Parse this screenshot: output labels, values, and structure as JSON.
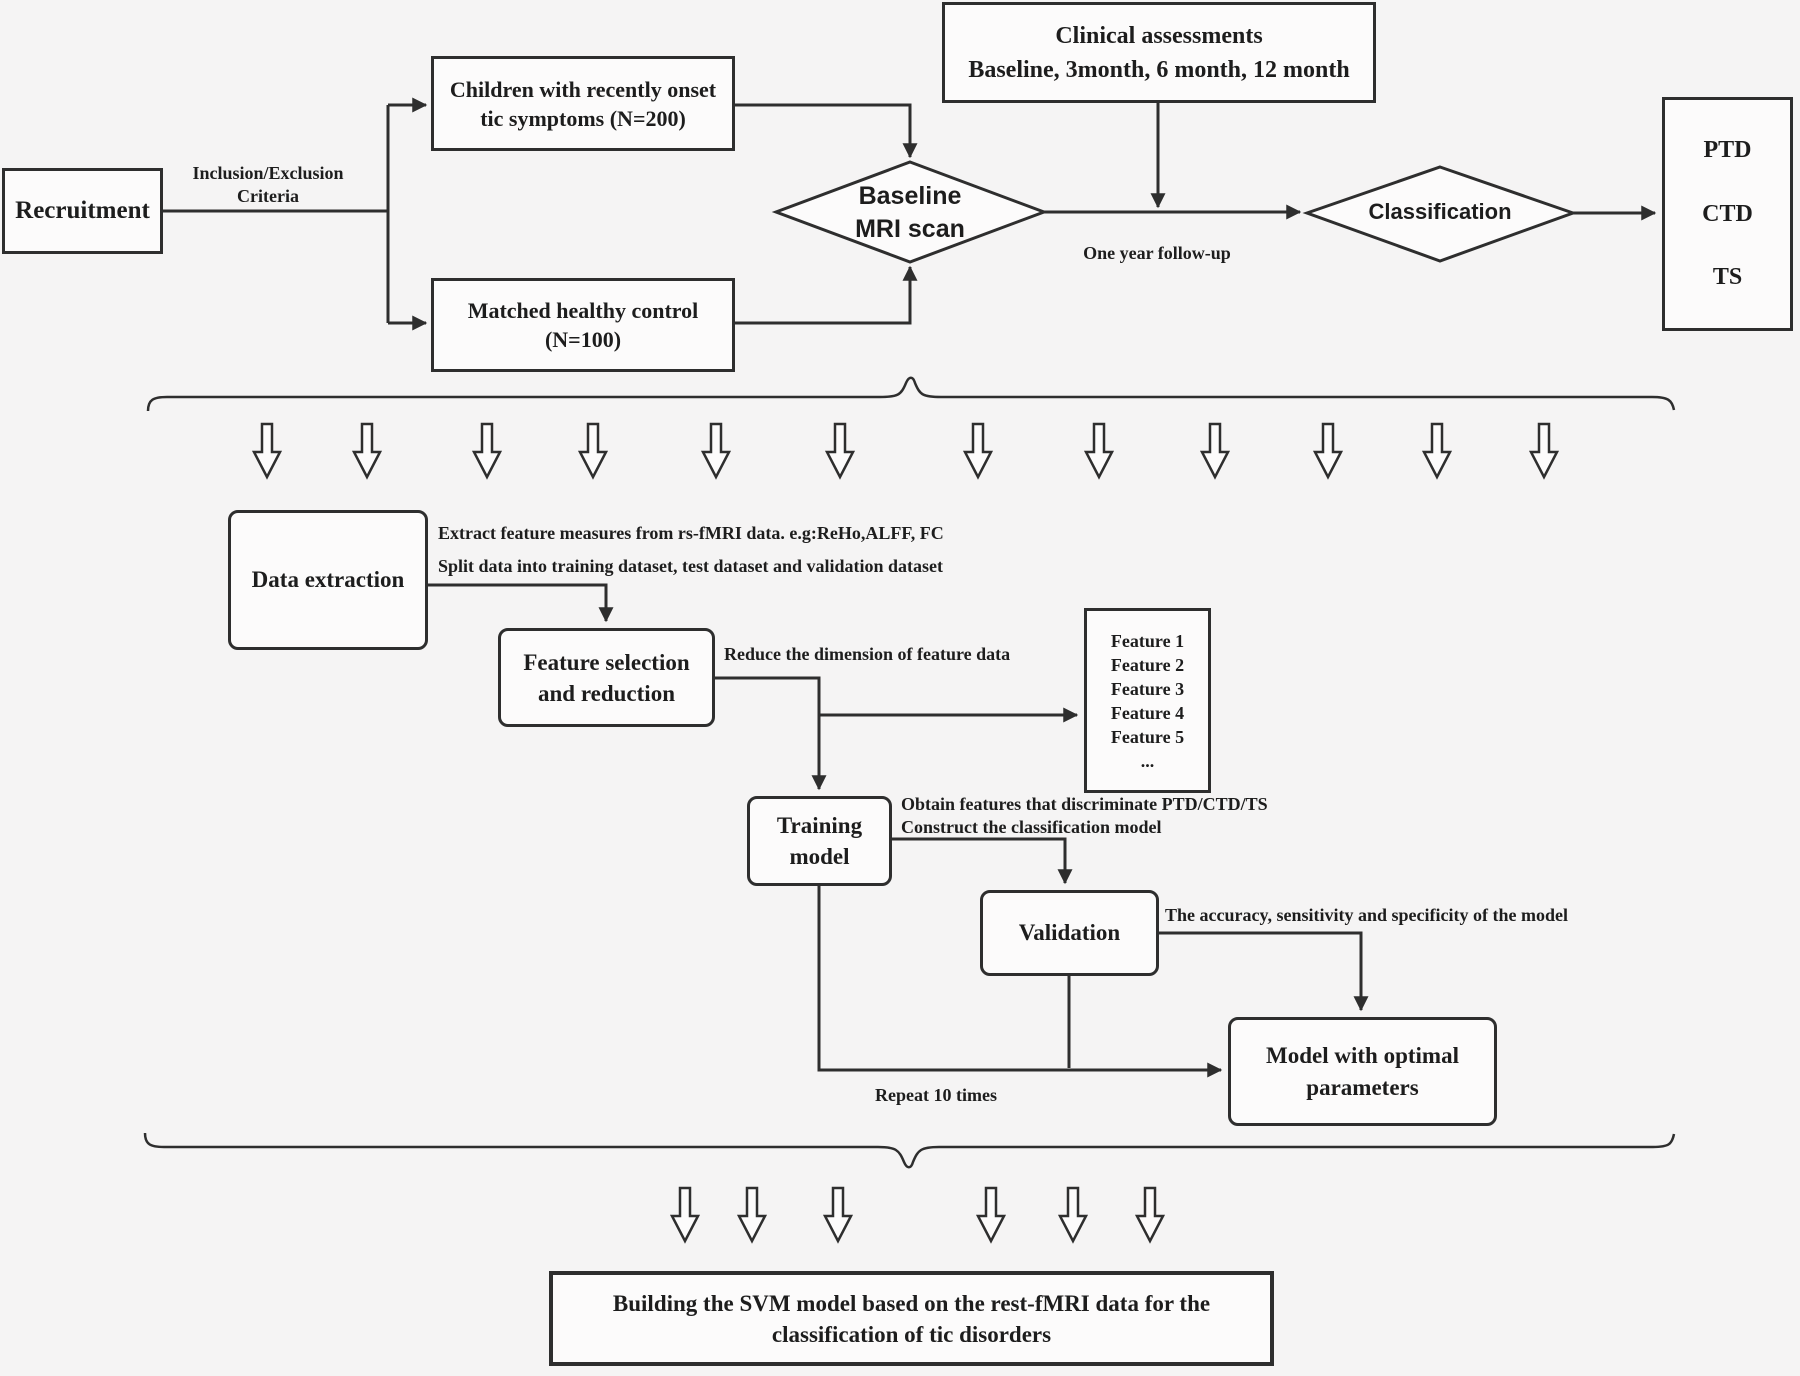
{
  "colors": {
    "background": "#f5f4f4",
    "stroke": "#2e2e2e",
    "text": "#1d1d1d",
    "shape_fill": "#fcfbfb"
  },
  "top": {
    "recruitment_label": "Recruitment",
    "inclusion_note": [
      "Inclusion/Exclusion",
      "Criteria"
    ],
    "children_box": [
      "Children with recently onset",
      "tic symptoms (N=200)"
    ],
    "control_box": [
      "Matched healthy control",
      "(N=100)"
    ],
    "clinical_box": [
      "Clinical assessments",
      "Baseline, 3month, 6 month, 12 month"
    ],
    "mri_diamond": [
      "Baseline",
      "MRI scan"
    ],
    "followup_note": "One year follow-up",
    "classification_diamond": "Classification",
    "outcomes": [
      "PTD",
      "CTD",
      "TS"
    ]
  },
  "pipeline": {
    "data_extraction_label": "Data extraction",
    "extraction_note": [
      "Extract feature measures from rs-fMRI data. e.g:ReHo,ALFF, FC",
      "Split data into training dataset, test dataset and validation dataset"
    ],
    "feature_selection_box": [
      "Feature selection",
      "and reduction"
    ],
    "reduce_note": "Reduce the dimension of feature data",
    "features_box": [
      "Feature 1",
      "Feature 2",
      "Feature 3",
      "Feature 4",
      "Feature 5",
      "..."
    ],
    "training_box": [
      "Training",
      "model"
    ],
    "training_note": [
      "Obtain features that discriminate PTD/CTD/TS",
      "Construct the classification model"
    ],
    "validation_label": "Validation",
    "validation_note": "The accuracy, sensitivity and specificity of the model",
    "optimal_model_box": [
      "Model with optimal",
      "parameters"
    ],
    "repeat_note": "Repeat 10 times"
  },
  "conclusion": {
    "final_box": [
      "Building the SVM model based on the rest-fMRI data for the",
      "classification of tic disorders"
    ]
  }
}
